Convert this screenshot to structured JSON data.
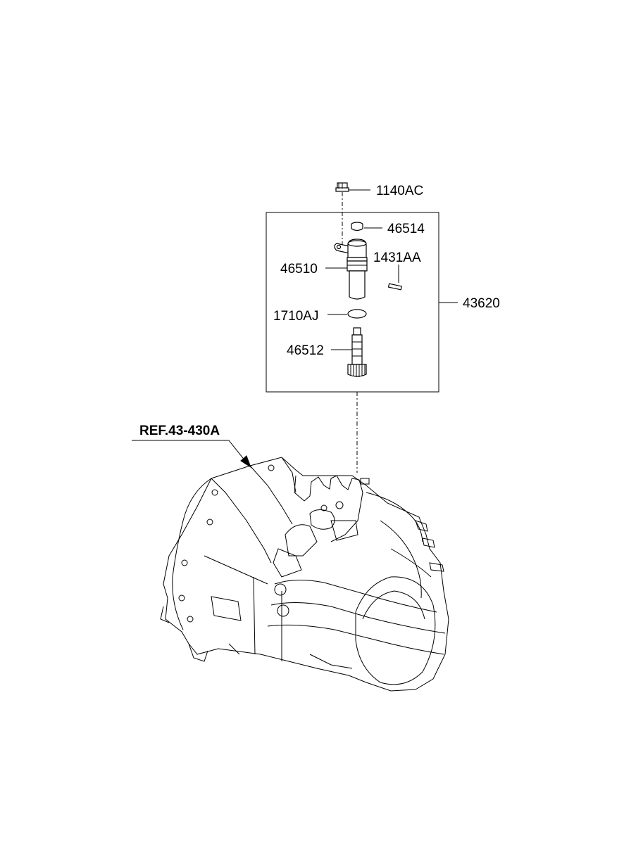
{
  "labels": {
    "bolt": "1140AC",
    "cap": "46514",
    "pin": "1431AA",
    "sleeve": "46510",
    "oring": "1710AJ",
    "gear_shaft": "46512",
    "assembly": "43620",
    "reference": "REF.43-430A"
  },
  "colors": {
    "line": "#000000",
    "background": "#ffffff"
  }
}
